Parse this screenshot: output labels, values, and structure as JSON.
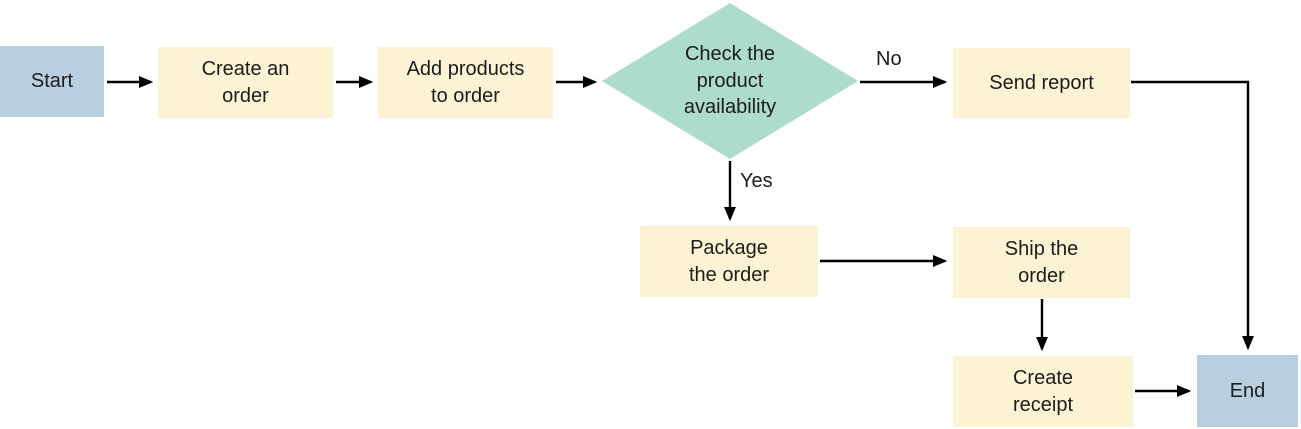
{
  "diagram": {
    "type": "flowchart",
    "background": "#ffffff",
    "colors": {
      "terminal_fill": "#b7cfde",
      "process_fill": "#fbf3d3",
      "decision_fill": "#aedccb",
      "line": "#000000",
      "text": "#1c1c1c"
    },
    "nodes": {
      "start": {
        "label": "Start",
        "shape": "rectangle",
        "role": "terminal"
      },
      "create_order": {
        "label": "Create an\norder",
        "shape": "rectangle",
        "role": "process"
      },
      "add_products": {
        "label": "Add products\nto order",
        "shape": "rectangle",
        "role": "process"
      },
      "check_availability": {
        "label": "Check the\nproduct\navailability",
        "shape": "diamond",
        "role": "decision"
      },
      "send_report": {
        "label": "Send report",
        "shape": "rectangle",
        "role": "process"
      },
      "package_order": {
        "label": "Package\nthe order",
        "shape": "rectangle",
        "role": "process"
      },
      "ship_order": {
        "label": "Ship the\norder",
        "shape": "rectangle",
        "role": "process"
      },
      "create_receipt": {
        "label": "Create\nreceipt",
        "shape": "rectangle",
        "role": "process"
      },
      "end": {
        "label": "End",
        "shape": "rectangle",
        "role": "terminal"
      }
    },
    "edge_labels": {
      "no": "No",
      "yes": "Yes"
    },
    "edges": [
      {
        "from": "start",
        "to": "create_order",
        "label": ""
      },
      {
        "from": "create_order",
        "to": "add_products",
        "label": ""
      },
      {
        "from": "add_products",
        "to": "check_availability",
        "label": ""
      },
      {
        "from": "check_availability",
        "to": "send_report",
        "label": "No"
      },
      {
        "from": "check_availability",
        "to": "package_order",
        "label": "Yes"
      },
      {
        "from": "send_report",
        "to": "end",
        "label": ""
      },
      {
        "from": "package_order",
        "to": "ship_order",
        "label": ""
      },
      {
        "from": "ship_order",
        "to": "create_receipt",
        "label": ""
      },
      {
        "from": "create_receipt",
        "to": "end",
        "label": ""
      }
    ]
  }
}
